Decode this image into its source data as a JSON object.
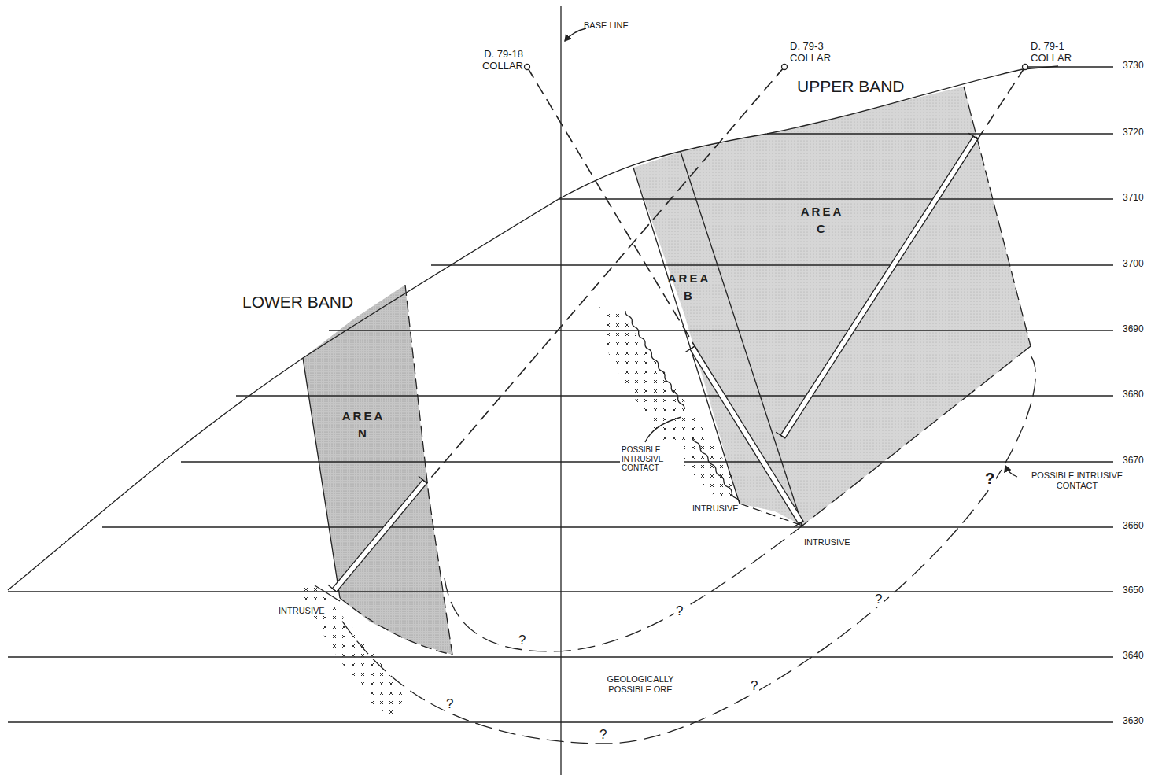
{
  "diagram": {
    "nodes": [
      {
        "text": [
          "AREA N"
        ]
      },
      {
        "text": [
          "AREA B"
        ]
      },
      {
        "text": [
          "AREA C"
        ]
      }
    ],
    "labels": [
      "BASE LINE",
      "D. 79-18 COLLAR",
      "D. 79-3 COLLAR",
      "D. 79-1 COLLAR",
      "UPPER BAND",
      "LOWER BAND",
      "3730",
      "3720",
      "3710",
      "3700",
      "3690",
      "3680",
      "3670",
      "3660",
      "3650",
      "3640",
      "3630",
      "POSSIBLE INTRUSIVE CONTACT",
      "POSSIBLE INTRUSIVE CONTACT",
      "INTRUSIVE",
      "INTRUSIVE",
      "INTRUSIVE",
      "GEOLOGICALLY POSSIBLE ORE",
      "?",
      "?",
      "?",
      "?",
      "?",
      "?",
      "?"
    ]
  }
}
